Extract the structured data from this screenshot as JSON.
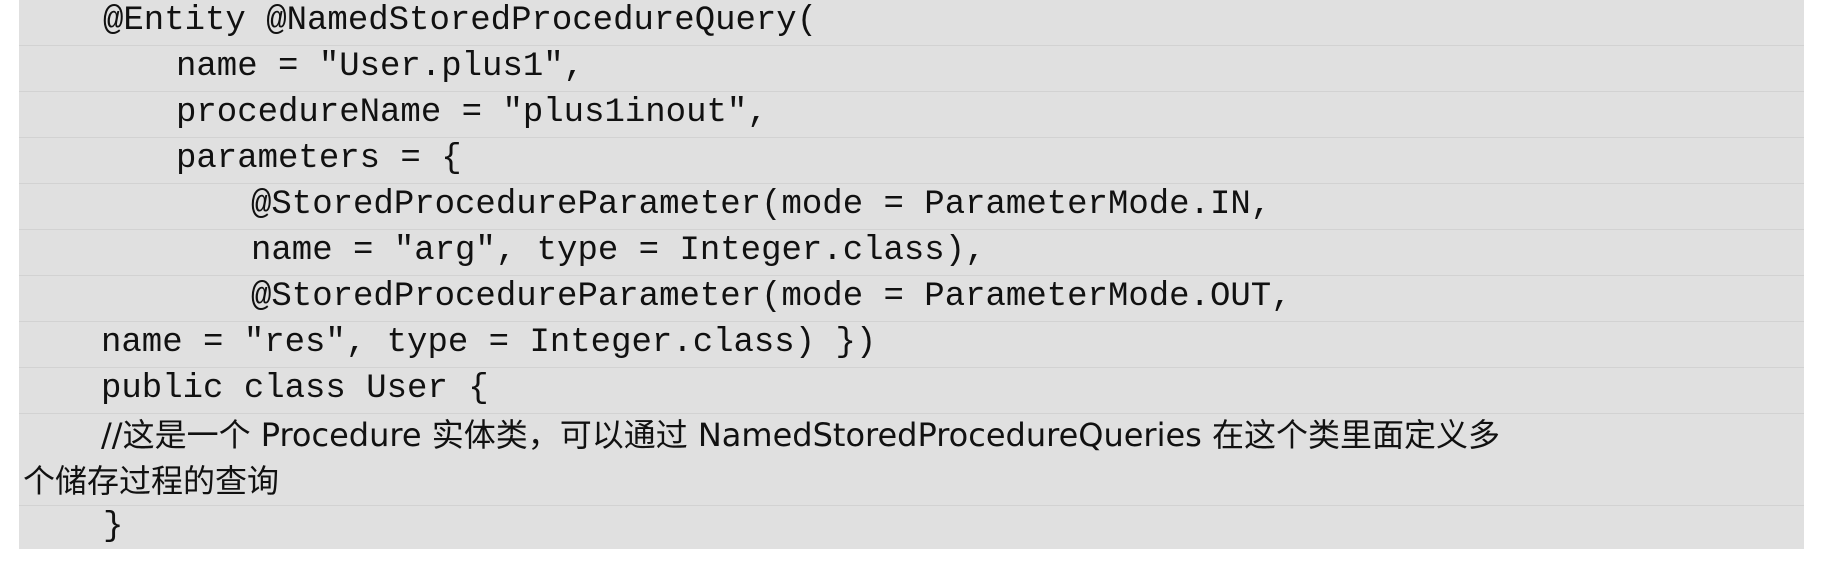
{
  "code": {
    "lines": [
      "@Entity @NamedStoredProcedureQuery(",
      "name = \"User.plus1\",",
      "procedureName = \"plus1inout\",",
      "parameters = {",
      "@StoredProcedureParameter(mode = ParameterMode.IN,",
      "name = \"arg\", type = Integer.class),",
      "@StoredProcedureParameter(mode = ParameterMode.OUT,",
      "name = \"res\", type = Integer.class) })",
      "public class User {",
      "//这是一个 Procedure 实体类，可以通过 NamedStoredProcedureQueries 在这个类里面定义多",
      "个储存过程的查询",
      "}"
    ]
  }
}
